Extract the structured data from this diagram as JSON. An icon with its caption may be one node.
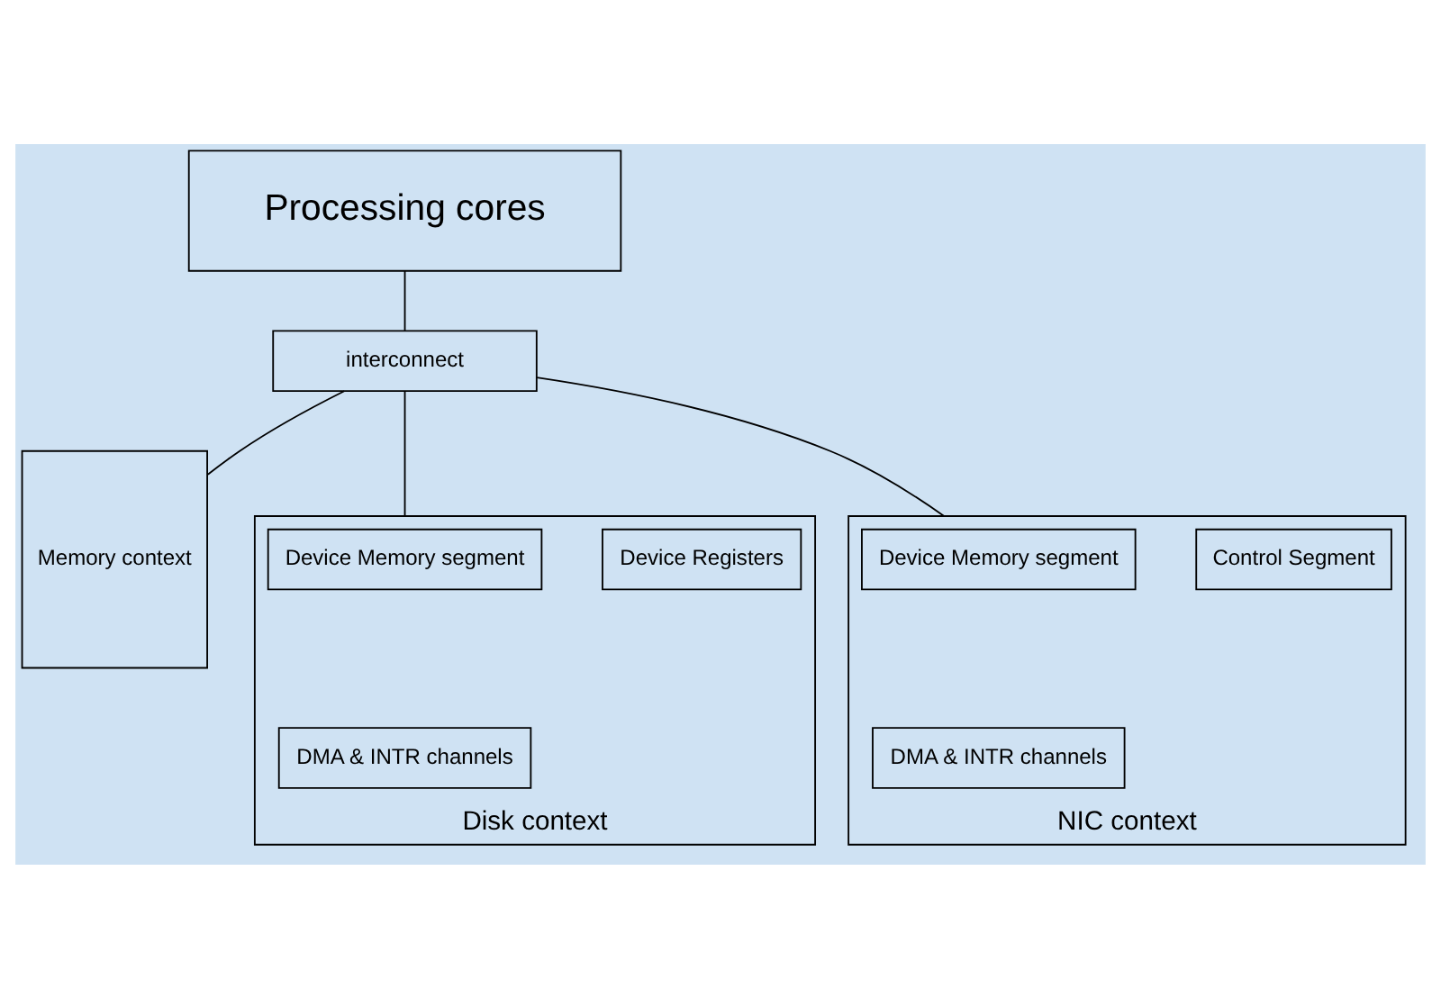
{
  "diagram": {
    "nodes": [
      {
        "text": [
          "Processing cores"
        ]
      },
      {
        "text": [
          "interconnect"
        ]
      },
      {
        "text": [
          "Memory context"
        ]
      },
      {
        "text": [
          "Disk context"
        ]
      },
      {
        "text": [
          "Device Registers"
        ],
        "in": 3
      },
      {
        "text": [
          "Device Memory segment"
        ],
        "in": 3
      },
      {
        "text": [
          "DMA & INTR channels"
        ],
        "in": 3
      },
      {
        "text": [
          "NIC context"
        ]
      },
      {
        "text": [
          "Control Segment"
        ],
        "in": 7
      },
      {
        "text": [
          "Device Memory segment"
        ],
        "in": 7
      },
      {
        "text": [
          "DMA & INTR channels"
        ],
        "in": 7
      }
    ],
    "edges": [
      {
        "from": 0,
        "to": 1,
        "arrow": "none"
      },
      {
        "from": 1,
        "to": 2,
        "arrow": "none"
      },
      {
        "from": 1,
        "to": 3,
        "arrow": "none"
      },
      {
        "from": 1,
        "to": 7,
        "arrow": "none"
      }
    ]
  }
}
